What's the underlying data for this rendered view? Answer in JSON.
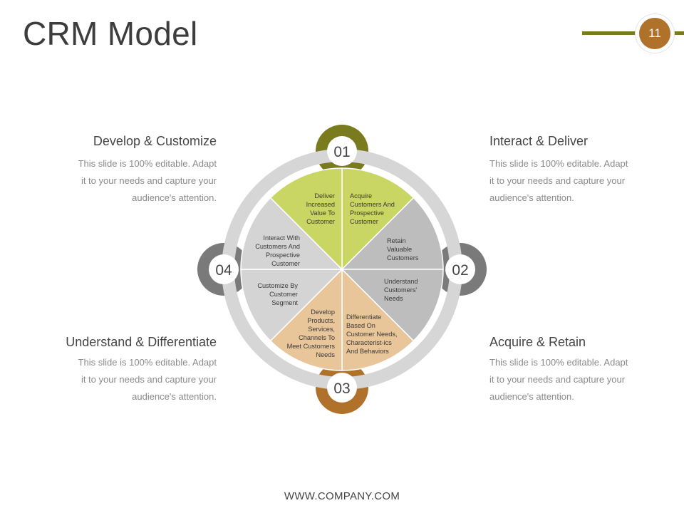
{
  "title": "CRM Model",
  "page_number": "11",
  "colors": {
    "olive": "#7a7a1f",
    "lime": "#cad664",
    "gray_segment": "#bdbdbd",
    "light_gray_segment": "#d4d4d4",
    "peach": "#e9c59a",
    "brown": "#b0722a",
    "ring": "#d6d6d6",
    "node_gray": "#7a7a7a"
  },
  "nodes": [
    {
      "number": "01",
      "color": "#7a7a1f"
    },
    {
      "number": "02",
      "color": "#7a7a7a"
    },
    {
      "number": "03",
      "color": "#b0722a"
    },
    {
      "number": "04",
      "color": "#7a7a7a"
    }
  ],
  "segments": [
    {
      "lines": [
        "Acquire",
        "Customers And",
        "Prospective",
        "Customer"
      ],
      "color": "#cad664"
    },
    {
      "lines": [
        "Retain",
        "Valuable",
        "Customers"
      ],
      "color": "#bdbdbd"
    },
    {
      "lines": [
        "Understand",
        "Customers'",
        "Needs"
      ],
      "color": "#bdbdbd"
    },
    {
      "lines": [
        "Differentiate",
        "Based On",
        "Customer Needs,",
        "Characterist-ics",
        "And Behaviors"
      ],
      "color": "#e9c59a"
    },
    {
      "lines": [
        "Develop",
        "Products,",
        "Services,",
        "Channels To",
        "Meet Customers",
        "Needs"
      ],
      "color": "#e9c59a"
    },
    {
      "lines": [
        "Customize By",
        "Customer",
        "Segment"
      ],
      "color": "#d4d4d4"
    },
    {
      "lines": [
        "Interact With",
        "Customers And",
        "Prospective",
        "Customer"
      ],
      "color": "#d4d4d4"
    },
    {
      "lines": [
        "Deliver",
        "Increased",
        "Value To",
        "Customer"
      ],
      "color": "#cad664"
    }
  ],
  "blocks": {
    "top_left": {
      "heading": "Develop & Customize",
      "lines": [
        "This slide is 100% editable. Adapt",
        "it to your needs and capture your",
        "audience's attention."
      ]
    },
    "top_right": {
      "heading": "Interact & Deliver",
      "lines": [
        "This slide is 100% editable. Adapt",
        "it to your needs and capture your",
        "audience's attention."
      ]
    },
    "bottom_left": {
      "heading": "Understand & Differentiate",
      "lines": [
        "This slide is 100% editable. Adapt",
        "it to your needs and capture your",
        "audience's attention."
      ]
    },
    "bottom_right": {
      "heading": "Acquire & Retain",
      "lines": [
        "This slide is 100% editable. Adapt",
        "it to your needs and capture your",
        "audience's attention."
      ]
    }
  },
  "footer": "WWW.COMPANY.COM"
}
